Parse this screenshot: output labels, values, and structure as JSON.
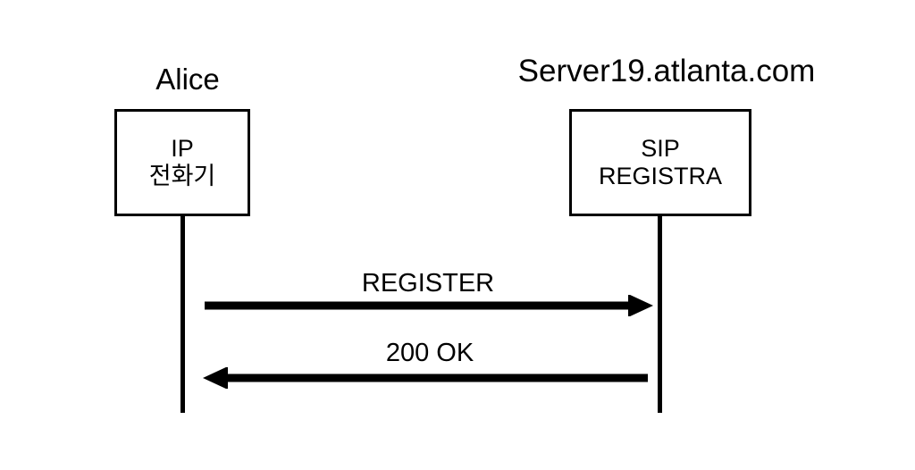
{
  "diagram": {
    "type": "sequence-diagram",
    "background_color": "#ffffff",
    "stroke_color": "#000000",
    "participants": [
      {
        "id": "alice",
        "header_label": "Alice",
        "box_lines": [
          "IP",
          "전화기"
        ],
        "box_line_1": "IP",
        "box_line_2": "전화기"
      },
      {
        "id": "server",
        "header_label": "Server19.atlanta.com",
        "box_lines": [
          "SIP",
          "REGISTRA"
        ],
        "box_line_1": "SIP",
        "box_line_2": "REGISTRA"
      }
    ],
    "messages": [
      {
        "id": "register",
        "label": "REGISTER",
        "from": "alice",
        "to": "server",
        "direction": "right"
      },
      {
        "id": "response",
        "label": "200 OK",
        "from": "server",
        "to": "alice",
        "direction": "left"
      }
    ]
  }
}
